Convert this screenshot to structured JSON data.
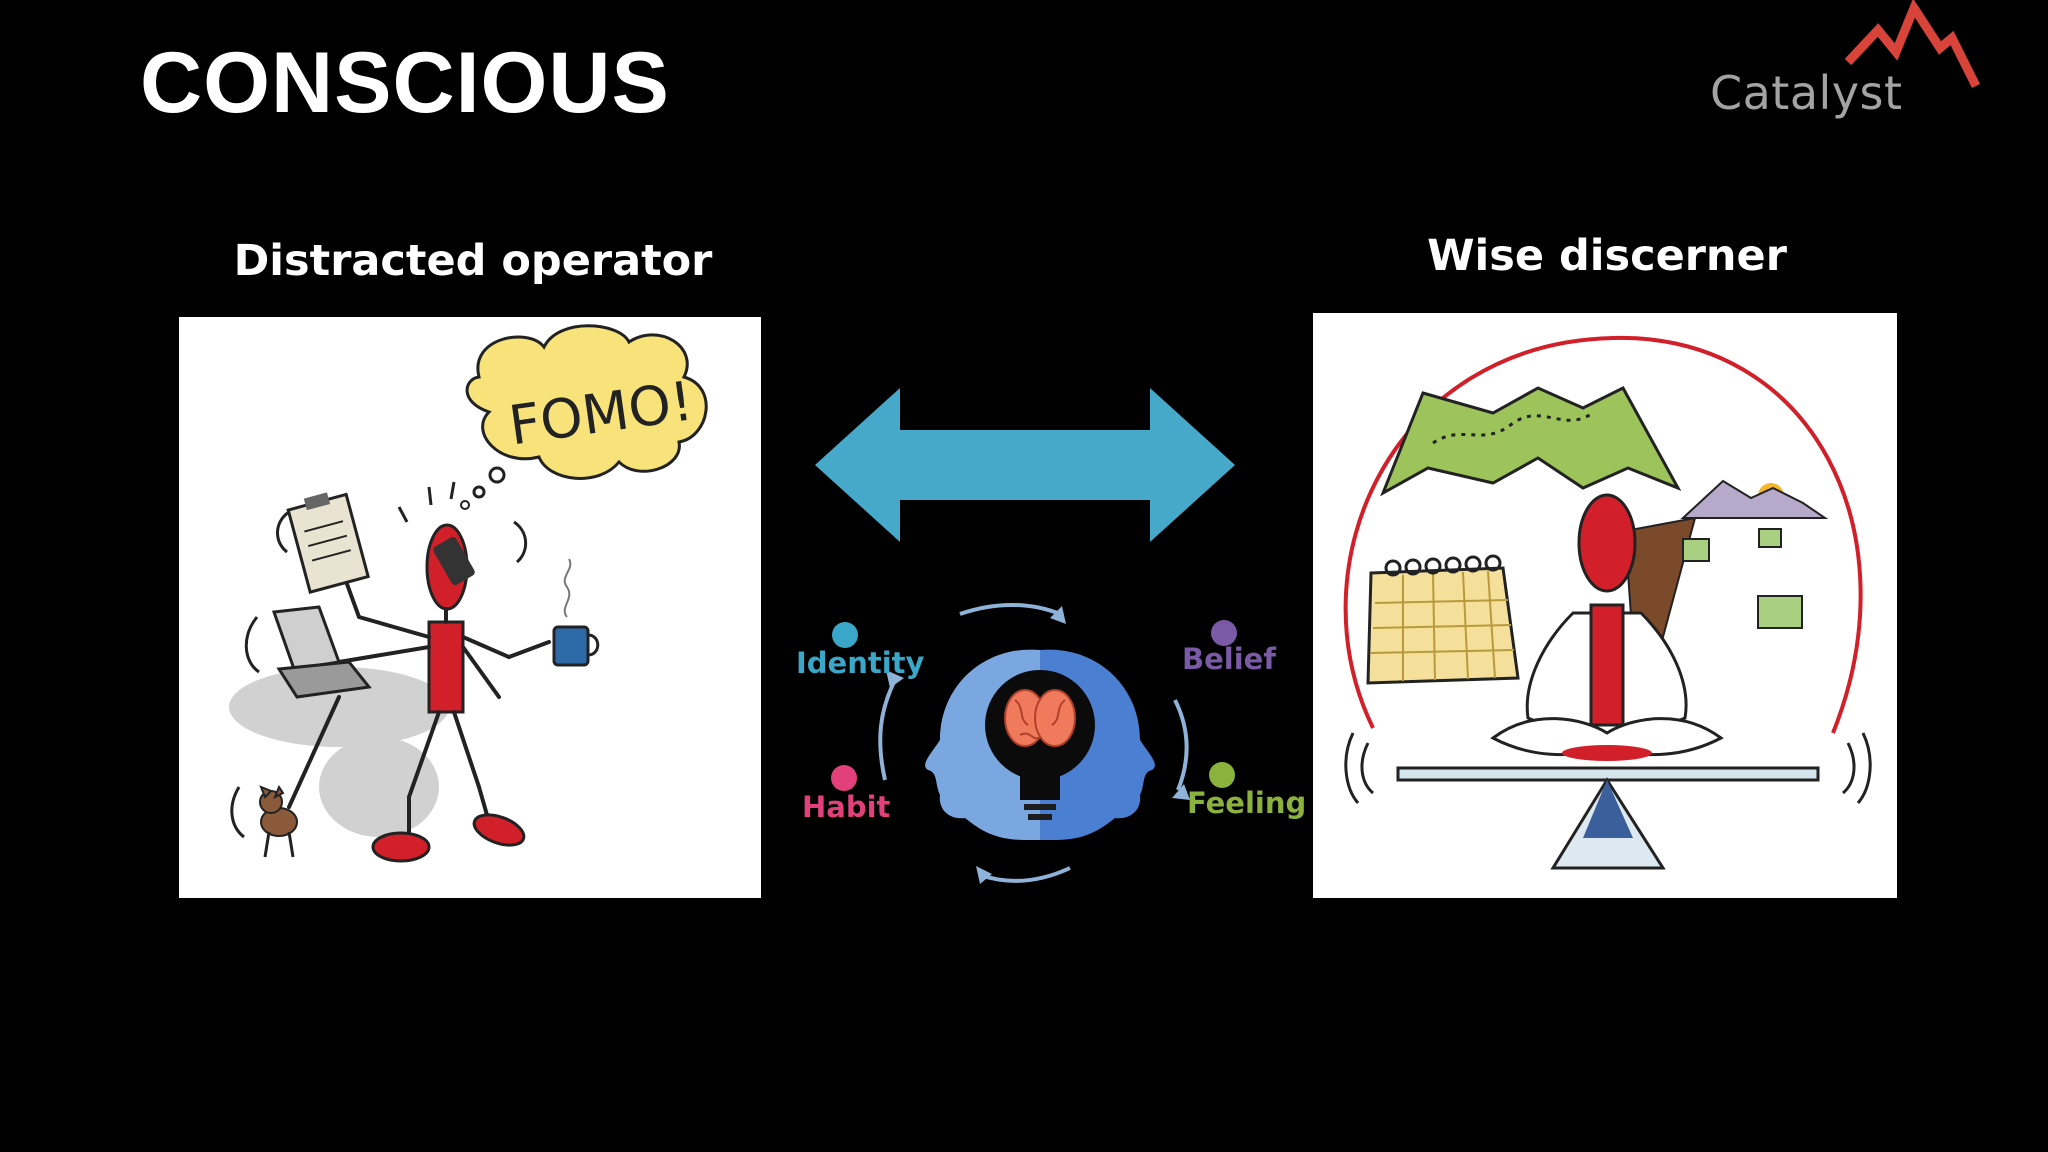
{
  "slide": {
    "title": "CONSCIOUS"
  },
  "logo": {
    "text": "Catalyst",
    "accent_color": "#d9443a"
  },
  "left_panel": {
    "heading": "Distracted operator",
    "bubble_text": "FOMO!"
  },
  "right_panel": {
    "heading": "Wise discerner"
  },
  "cycle": {
    "labels": {
      "identity": "Identity",
      "belief": "Belief",
      "habit": "Habit",
      "feeling": "Feeling"
    },
    "colors": {
      "identity": "#3aa6c8",
      "belief": "#7a5aa6",
      "habit": "#e2407a",
      "feeling": "#8bb23c"
    }
  },
  "colors": {
    "background": "#000000",
    "arrow": "#46a9c9",
    "figure_red": "#d1202a"
  }
}
